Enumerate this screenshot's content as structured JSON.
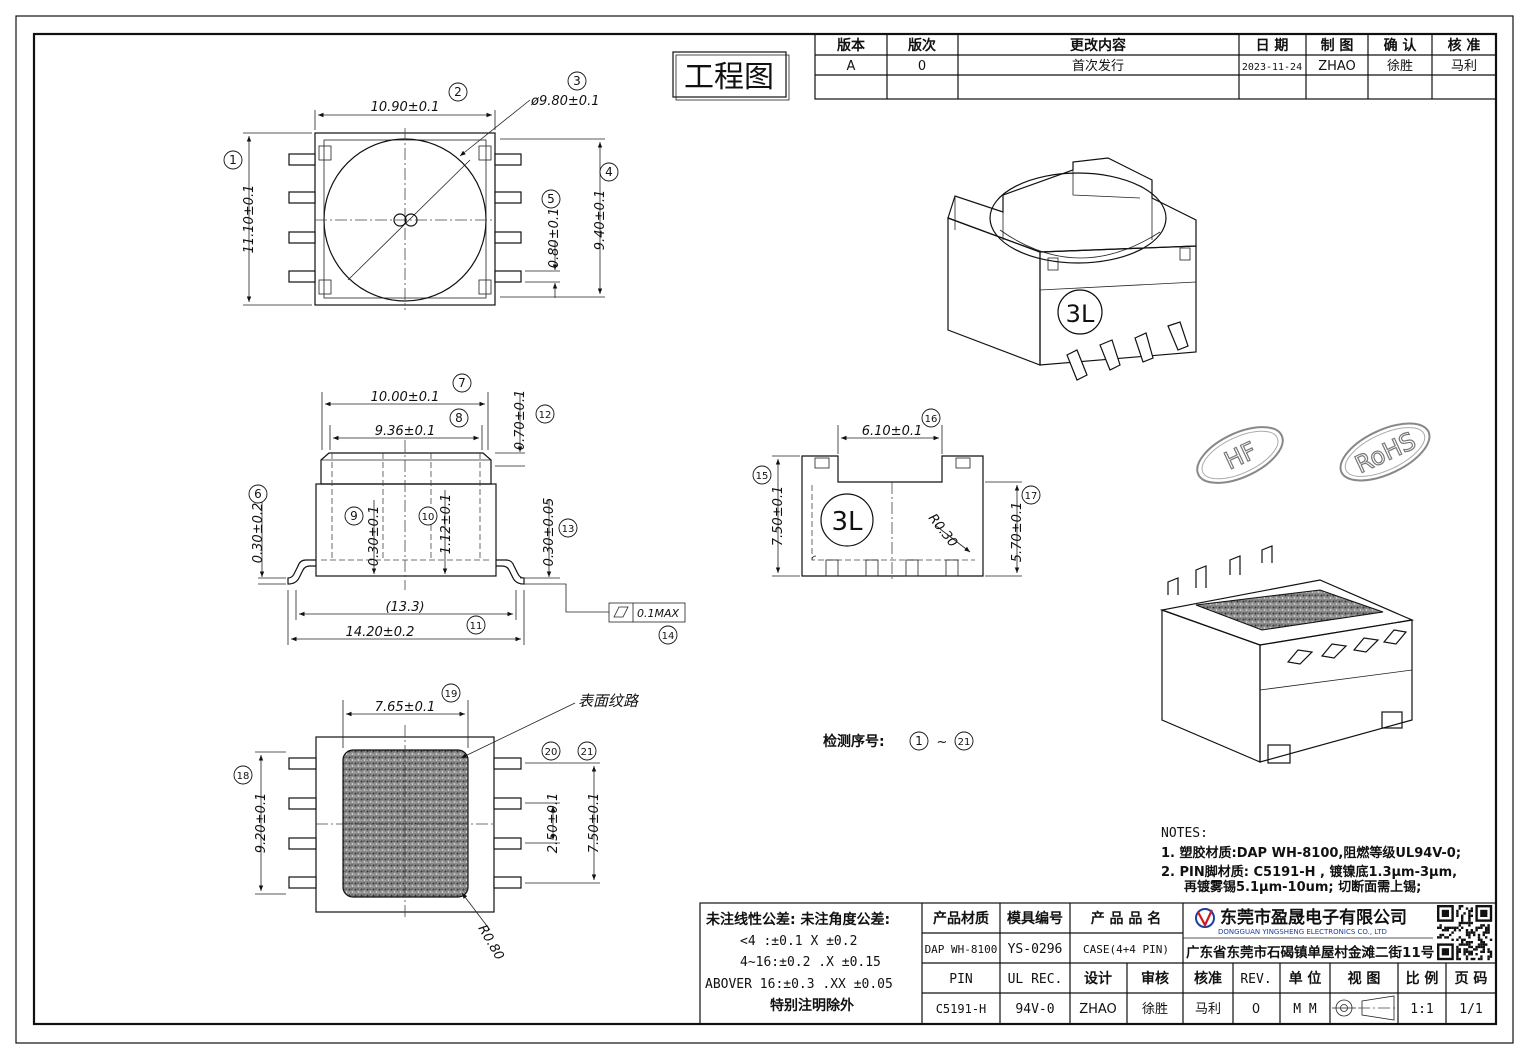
{
  "title_label": "工程图",
  "revision_table": {
    "headers": [
      "版本",
      "版次",
      "更改内容",
      "日 期",
      "制 图",
      "确 认",
      "核 准"
    ],
    "row": [
      "A",
      "0",
      "首次发行",
      "2023-11-24",
      "ZHAO",
      "徐胜",
      "马利"
    ]
  },
  "dimensions": {
    "d1": "11.10±0.1",
    "d2": "10.90±0.1",
    "d3": "ø9.80±0.1",
    "d4": "9.40±0.1",
    "d5": "0.80±0.1",
    "d6": "0.30±0.2",
    "d7": "10.00±0.1",
    "d8": "9.36±0.1",
    "d9": "0.30±0.1",
    "d10": "1.12±0.1",
    "d11a": "(13.3)",
    "d11b": "14.20±0.2",
    "d12": "0.70±0.1",
    "d13": "0.30±0.05",
    "d14": "0.1MAX",
    "d15": "7.50±0.1",
    "d16": "6.10±0.1",
    "d17": "5.70±0.1",
    "r030": "R0.30",
    "d18": "9.20±0.1",
    "d19": "7.65±0.1",
    "d20": "2.50±0.1",
    "d21": "7.50±0.1",
    "r080": "R0.80"
  },
  "balloons": [
    "1",
    "2",
    "3",
    "4",
    "5",
    "6",
    "7",
    "8",
    "9",
    "10",
    "11",
    "12",
    "13",
    "14",
    "15",
    "16",
    "17",
    "18",
    "19",
    "20",
    "21"
  ],
  "surface_label": "表面纹路",
  "part_mark": "3L",
  "hf_stamp": "HF",
  "rohs_stamp": "RoHS",
  "inspection": {
    "label": "检测序号:",
    "from": "1",
    "sep": "~",
    "to": "21"
  },
  "notes": {
    "heading": "NOTES:",
    "n1": "1.  塑胶材质:DAP WH-8100,阻燃等级UL94V-0;",
    "n2a": "2.  PIN脚材质: C5191-H , 镀镍底1.3μm-3μm,",
    "n2b": "再镀雾锡5.1μm-10um; 切断面需上锡;"
  },
  "tolerance": {
    "heading": "未注线性公差:  未注角度公差:",
    "r1": "<4 :±0.1   X ±0.2",
    "r2": "4~16:±0.2  .X ±0.15",
    "r3": "ABOVER 16:±0.3  .XX ±0.05",
    "r4": "特别注明除外"
  },
  "title_block": {
    "h_material": "产品材质",
    "h_mold": "模具编号",
    "h_name": "产 品 品 名",
    "material": "DAP WH-8100",
    "mold": "YS-0296",
    "name": "CASE(4+4 PIN)",
    "pin_label": "PIN",
    "ul_label": "UL REC.",
    "design_label": "设计",
    "review_label": "审核",
    "approve_label": "核准",
    "rev_label": "REV.",
    "unit_label": "单 位",
    "view_label": "视 图",
    "scale_label": "比 例",
    "page_label": "页 码",
    "pin_val": "C5191-H",
    "ul_val": "94V-0",
    "design_val": "ZHAO",
    "review_val": "徐胜",
    "approve_val": "马利",
    "rev_val": "0",
    "unit_val": "M M",
    "scale_val": "1:1",
    "page_val": "1/1"
  },
  "company": {
    "name_cn": "东莞市盈晟电子有限公司",
    "name_en": "DONGGUAN YINGSHENG ELECTRONICS CO., LTD",
    "address": "广东省东莞市石碣镇单屋村金滩二街11号"
  }
}
